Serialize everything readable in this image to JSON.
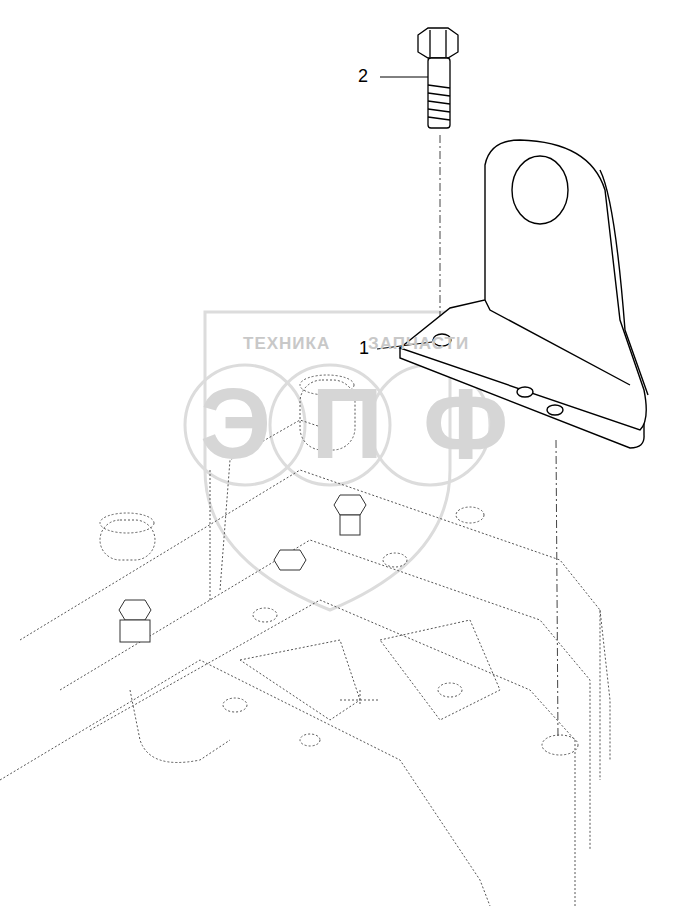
{
  "diagram": {
    "labels": [
      "2",
      "1",
      "ТЕХНИКА",
      "ЗАПЧАСТИ",
      "ЭПФ"
    ]
  }
}
